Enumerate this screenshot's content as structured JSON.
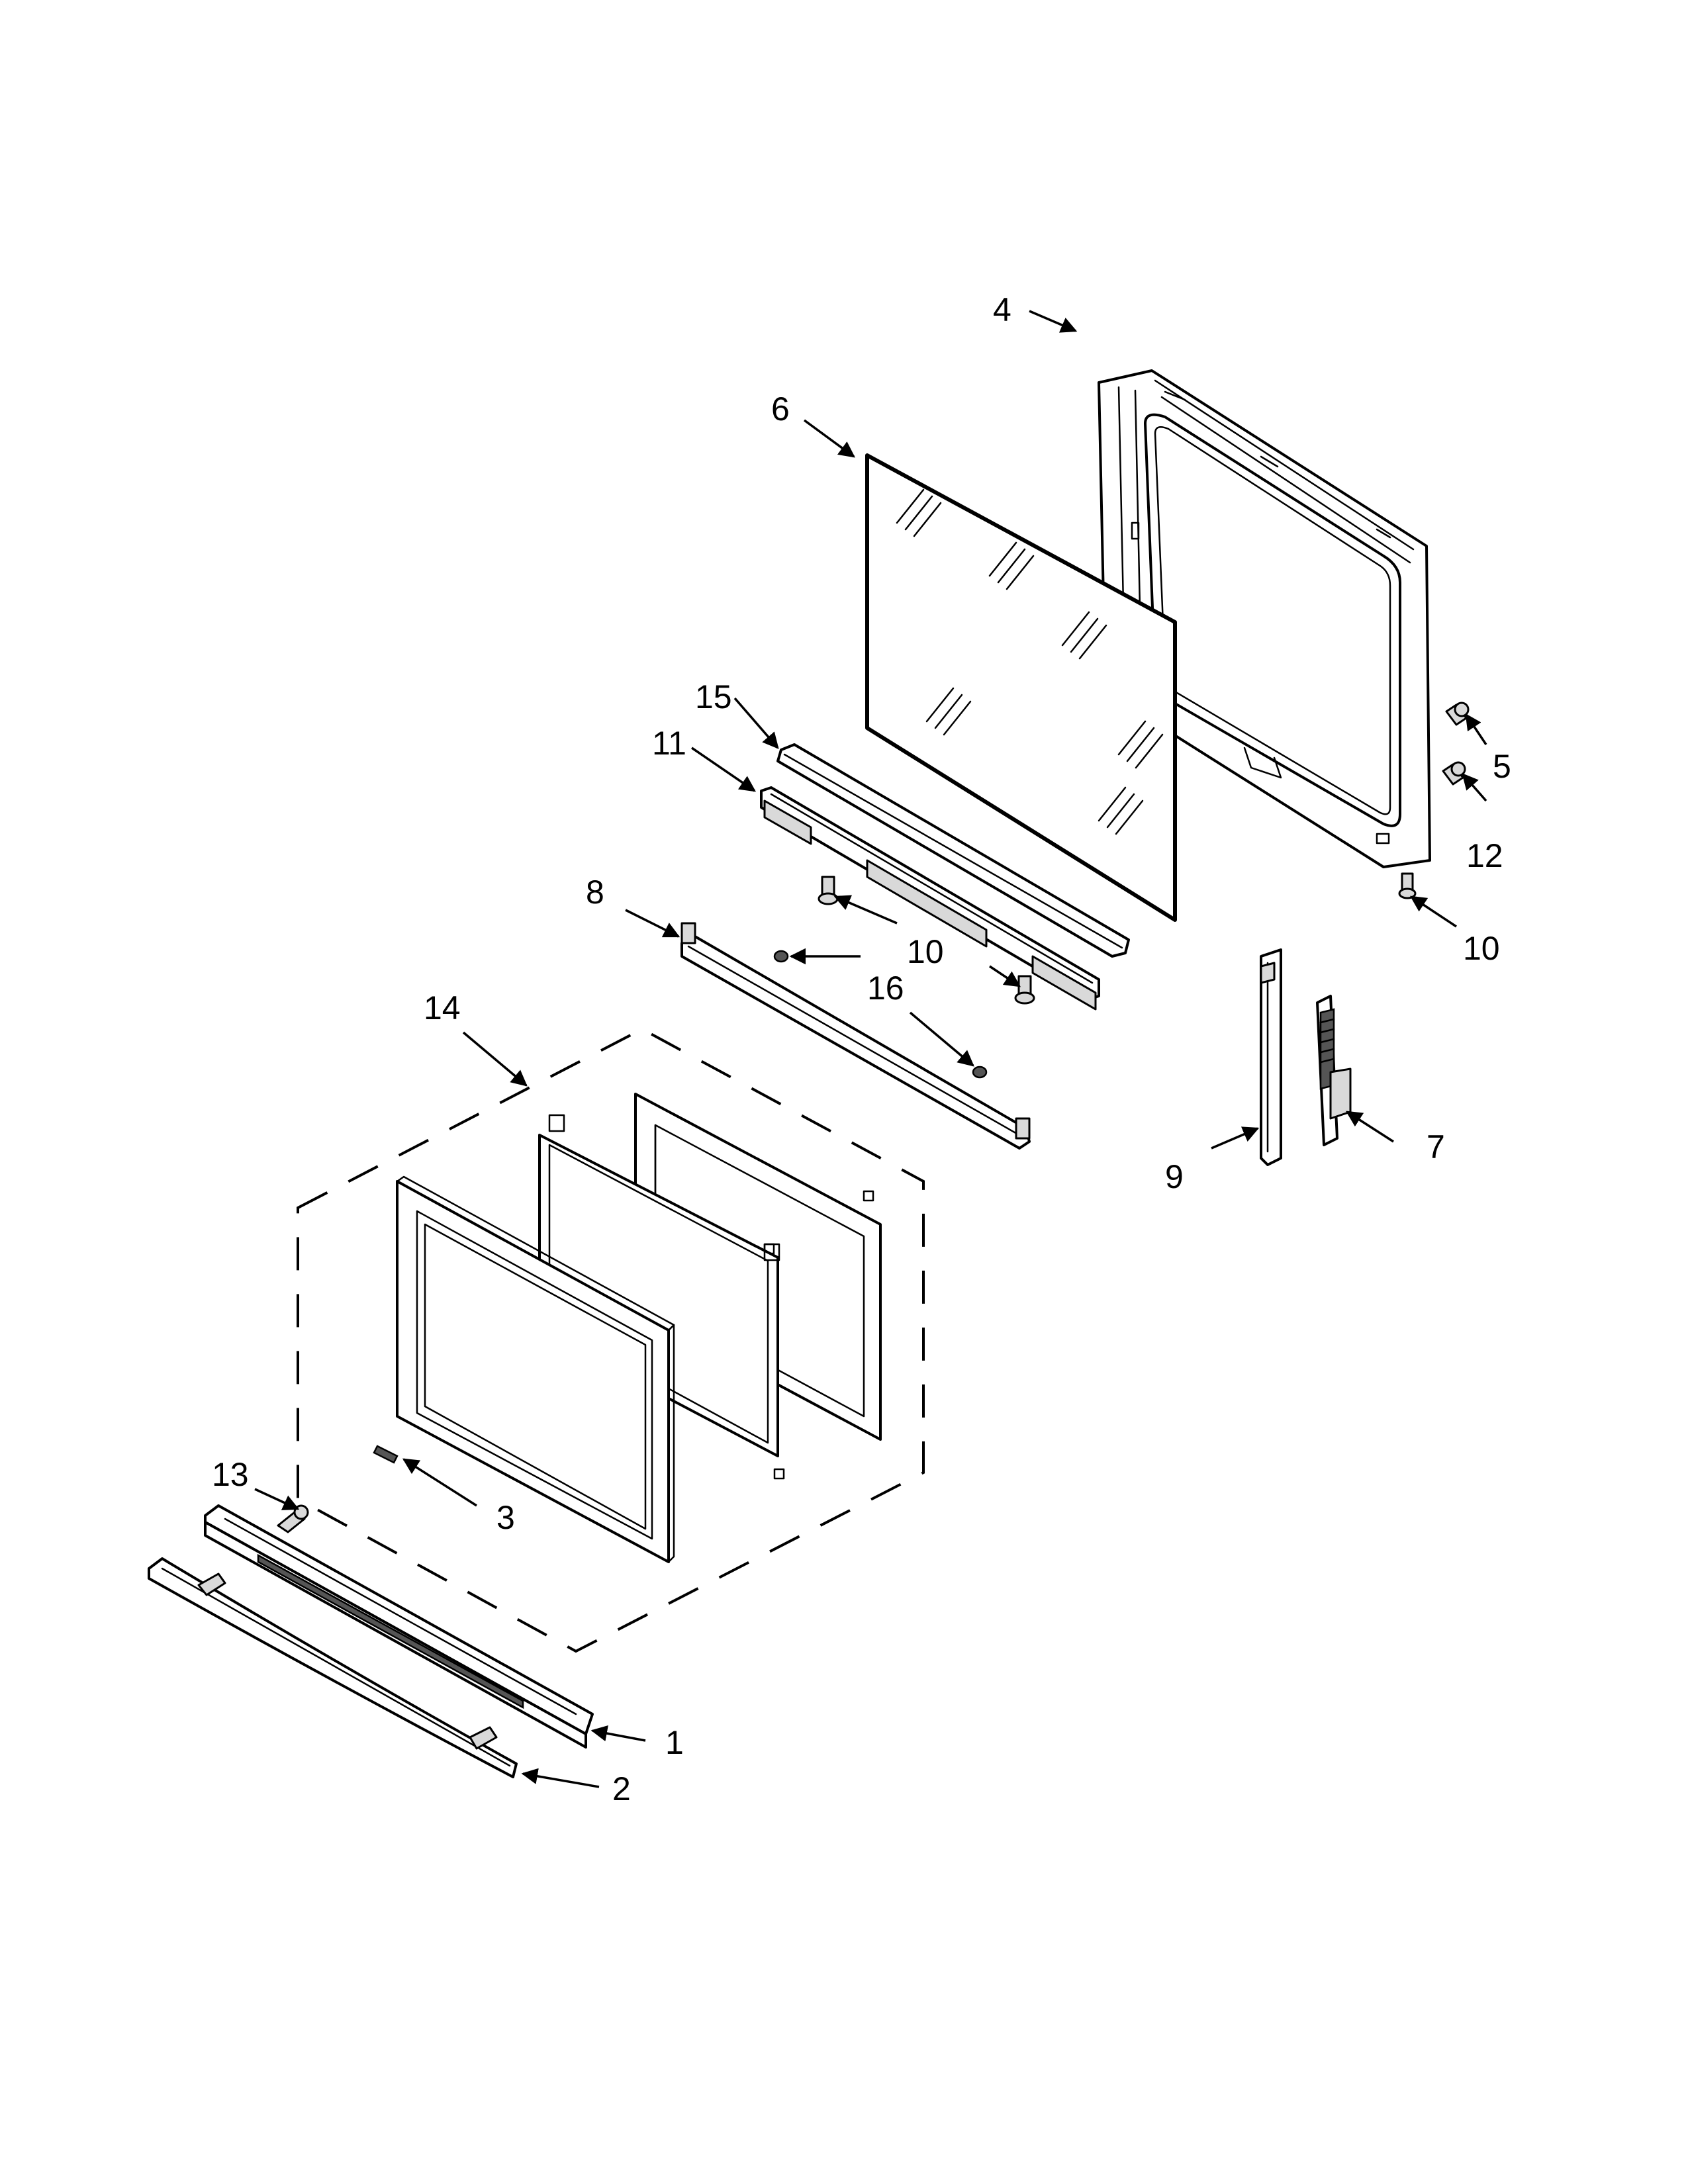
{
  "callouts": {
    "c1": "1",
    "c2": "2",
    "c3": "3",
    "c4": "4",
    "c5": "5",
    "c6": "6",
    "c7": "7",
    "c8": "8",
    "c9": "9",
    "c10a": "10",
    "c10b": "10",
    "c10c": "10",
    "c11": "11",
    "c12": "12",
    "c13": "13",
    "c14": "14",
    "c15": "15",
    "c16": "16"
  }
}
